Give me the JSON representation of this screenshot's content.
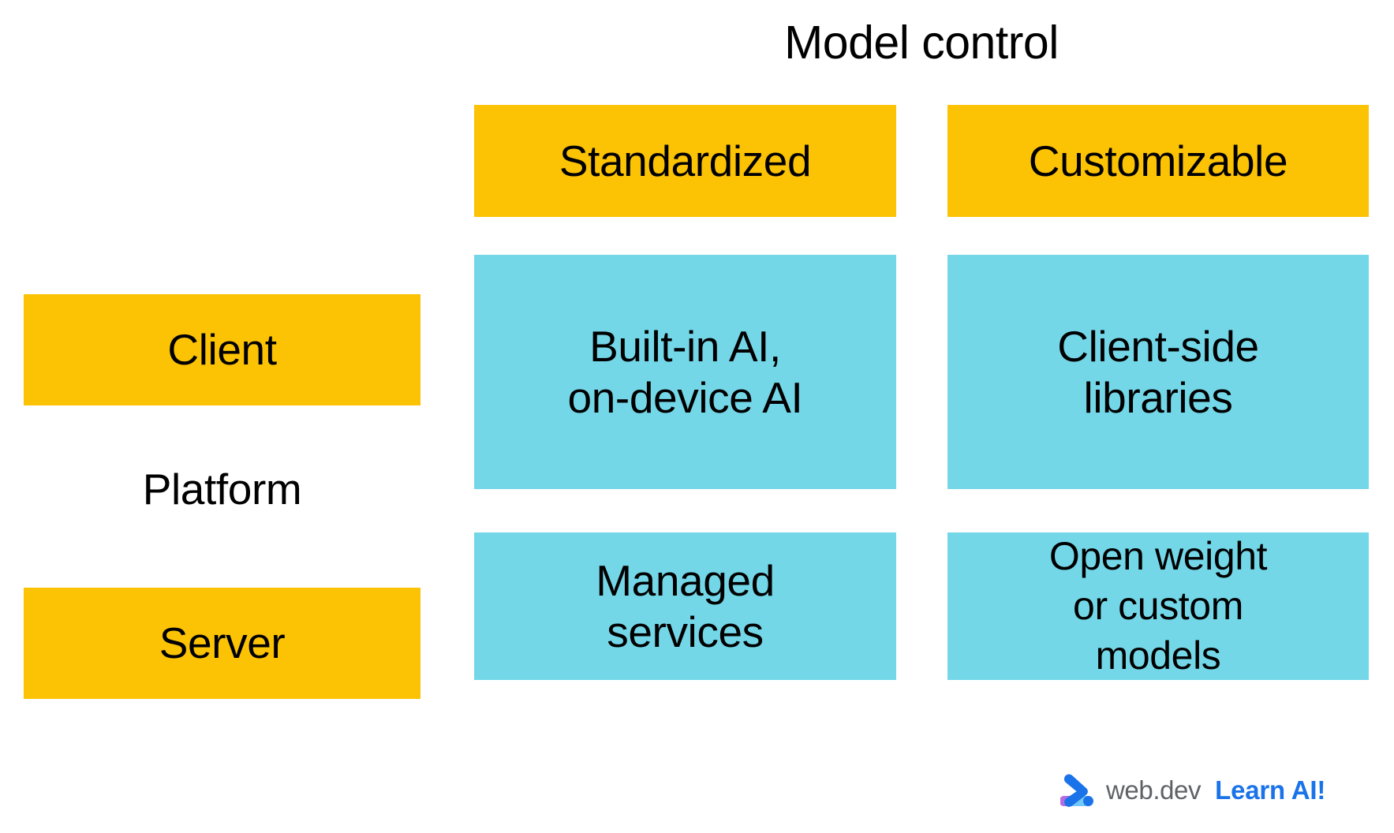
{
  "diagram": {
    "title": "Model control",
    "axis_row_label": "Platform",
    "colors": {
      "header_yellow": "#FCC204",
      "cell_cyan": "#74D7E8",
      "text": "#000000",
      "background": "#FFFFFF",
      "brand_gray": "#5F6368",
      "brand_blue": "#1A73E8"
    },
    "column_headers": [
      {
        "label": "Standardized"
      },
      {
        "label": "Customizable"
      }
    ],
    "row_headers": [
      {
        "label": "Client"
      },
      {
        "label": "Server"
      }
    ],
    "cells": [
      [
        {
          "lines": [
            "Built-in AI,",
            "on-device AI"
          ]
        },
        {
          "lines": [
            "Client-side",
            "libraries"
          ]
        }
      ],
      [
        {
          "lines": [
            "Managed",
            "services"
          ]
        },
        {
          "lines": [
            "Open weight",
            "or custom",
            "models"
          ]
        }
      ]
    ]
  },
  "footer": {
    "logo_name": "webdev-logo-icon",
    "brand": "web.dev",
    "tagline": "Learn AI!"
  }
}
